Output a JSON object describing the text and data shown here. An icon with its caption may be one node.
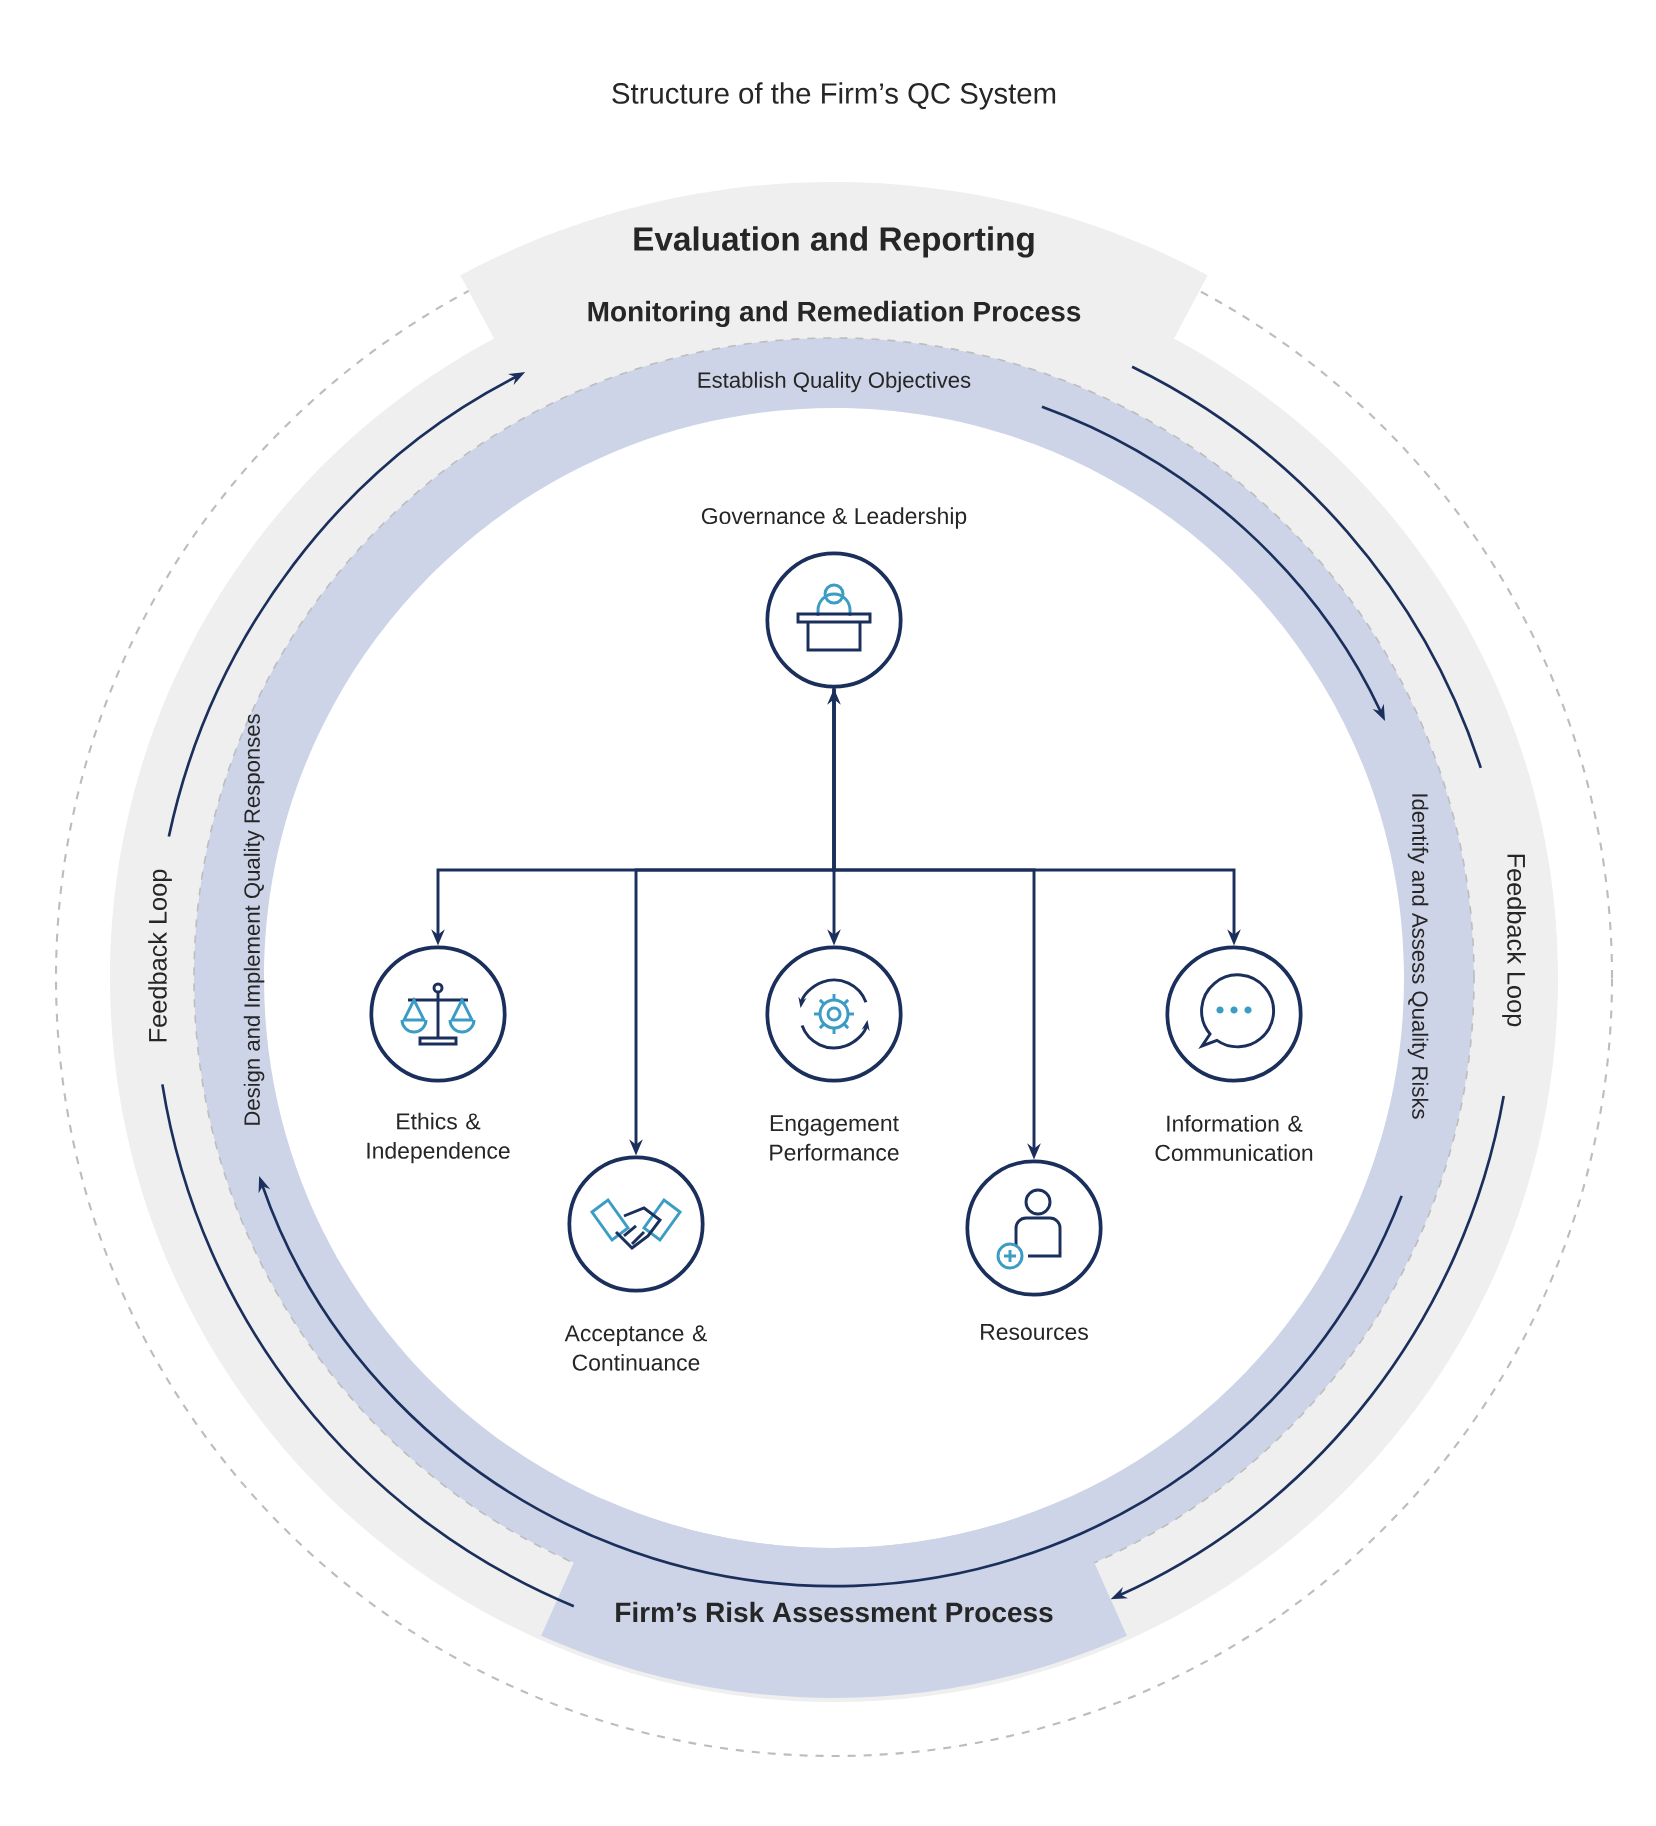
{
  "diagram": {
    "title": "Structure of the Firm’s QC System",
    "nodes": [
      {
        "text": [
          "Governance & Leadership"
        ]
      },
      {
        "text": [
          "Ethics & Independence"
        ]
      },
      {
        "text": [
          "Acceptance & Continuance"
        ]
      },
      {
        "text": [
          "Engagement Performance"
        ]
      },
      {
        "text": [
          "Resources"
        ]
      },
      {
        "text": [
          "Information & Communication"
        ]
      }
    ],
    "edges": [
      {
        "from": 0,
        "to": 3,
        "arrow": "both"
      },
      {
        "from": 0,
        "to": 1,
        "arrow": "to"
      },
      {
        "from": 0,
        "to": 2,
        "arrow": "to"
      },
      {
        "from": 0,
        "to": 4,
        "arrow": "to"
      },
      {
        "from": 0,
        "to": 5,
        "arrow": "to"
      }
    ],
    "labels": [
      "Evaluation and Reporting",
      "Monitoring and Remediation Process",
      "Establish Quality Objectives",
      "Feedback Loop",
      "Design and Implement Quality Responses",
      "Identify and Assess Quality Risks",
      "Feedback Loop",
      "Firm’s Risk Assessment Process"
    ]
  }
}
